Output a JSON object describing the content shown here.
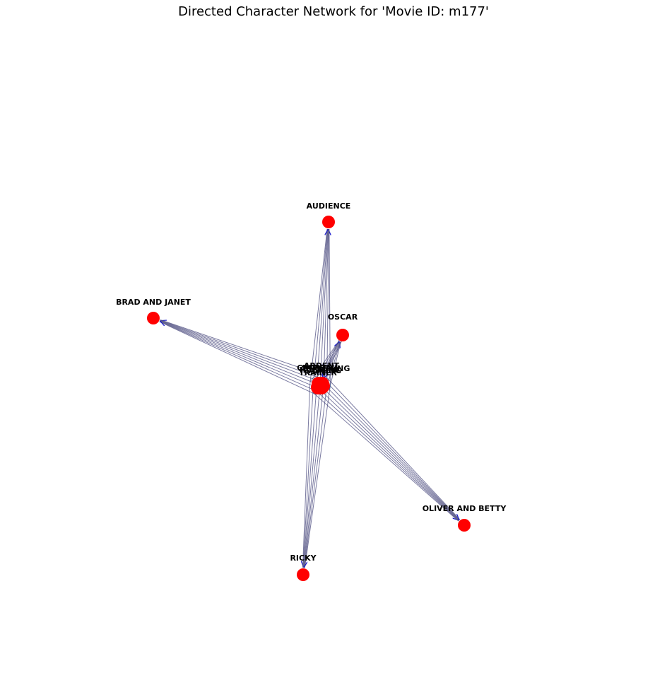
{
  "title": "Directed Character Network for 'Movie ID: m177'",
  "colors": {
    "node": "#ff0000",
    "edge": "#4d4d80",
    "arrow": "#1a1acc",
    "label": "#000000"
  },
  "hub_labels": [
    "TRAINER",
    "ARRESTING",
    "ARDENT",
    "CRITICAL",
    "CASTING",
    "HUSTLER"
  ],
  "nodes": [
    {
      "id": "AUDIENCE",
      "label": "AUDIENCE"
    },
    {
      "id": "BRAD AND JANET",
      "label": "BRAD AND JANET"
    },
    {
      "id": "OSCAR",
      "label": "OSCAR"
    },
    {
      "id": "OLIVER AND BETTY",
      "label": "OLIVER AND BETTY"
    },
    {
      "id": "RICKY",
      "label": "RICKY"
    }
  ],
  "edges": [
    {
      "from": "hub",
      "to": "AUDIENCE"
    },
    {
      "from": "hub",
      "to": "BRAD AND JANET"
    },
    {
      "from": "hub",
      "to": "OSCAR"
    },
    {
      "from": "hub",
      "to": "OLIVER AND BETTY"
    },
    {
      "from": "hub",
      "to": "RICKY"
    },
    {
      "from": "OSCAR",
      "to": "hub"
    }
  ]
}
